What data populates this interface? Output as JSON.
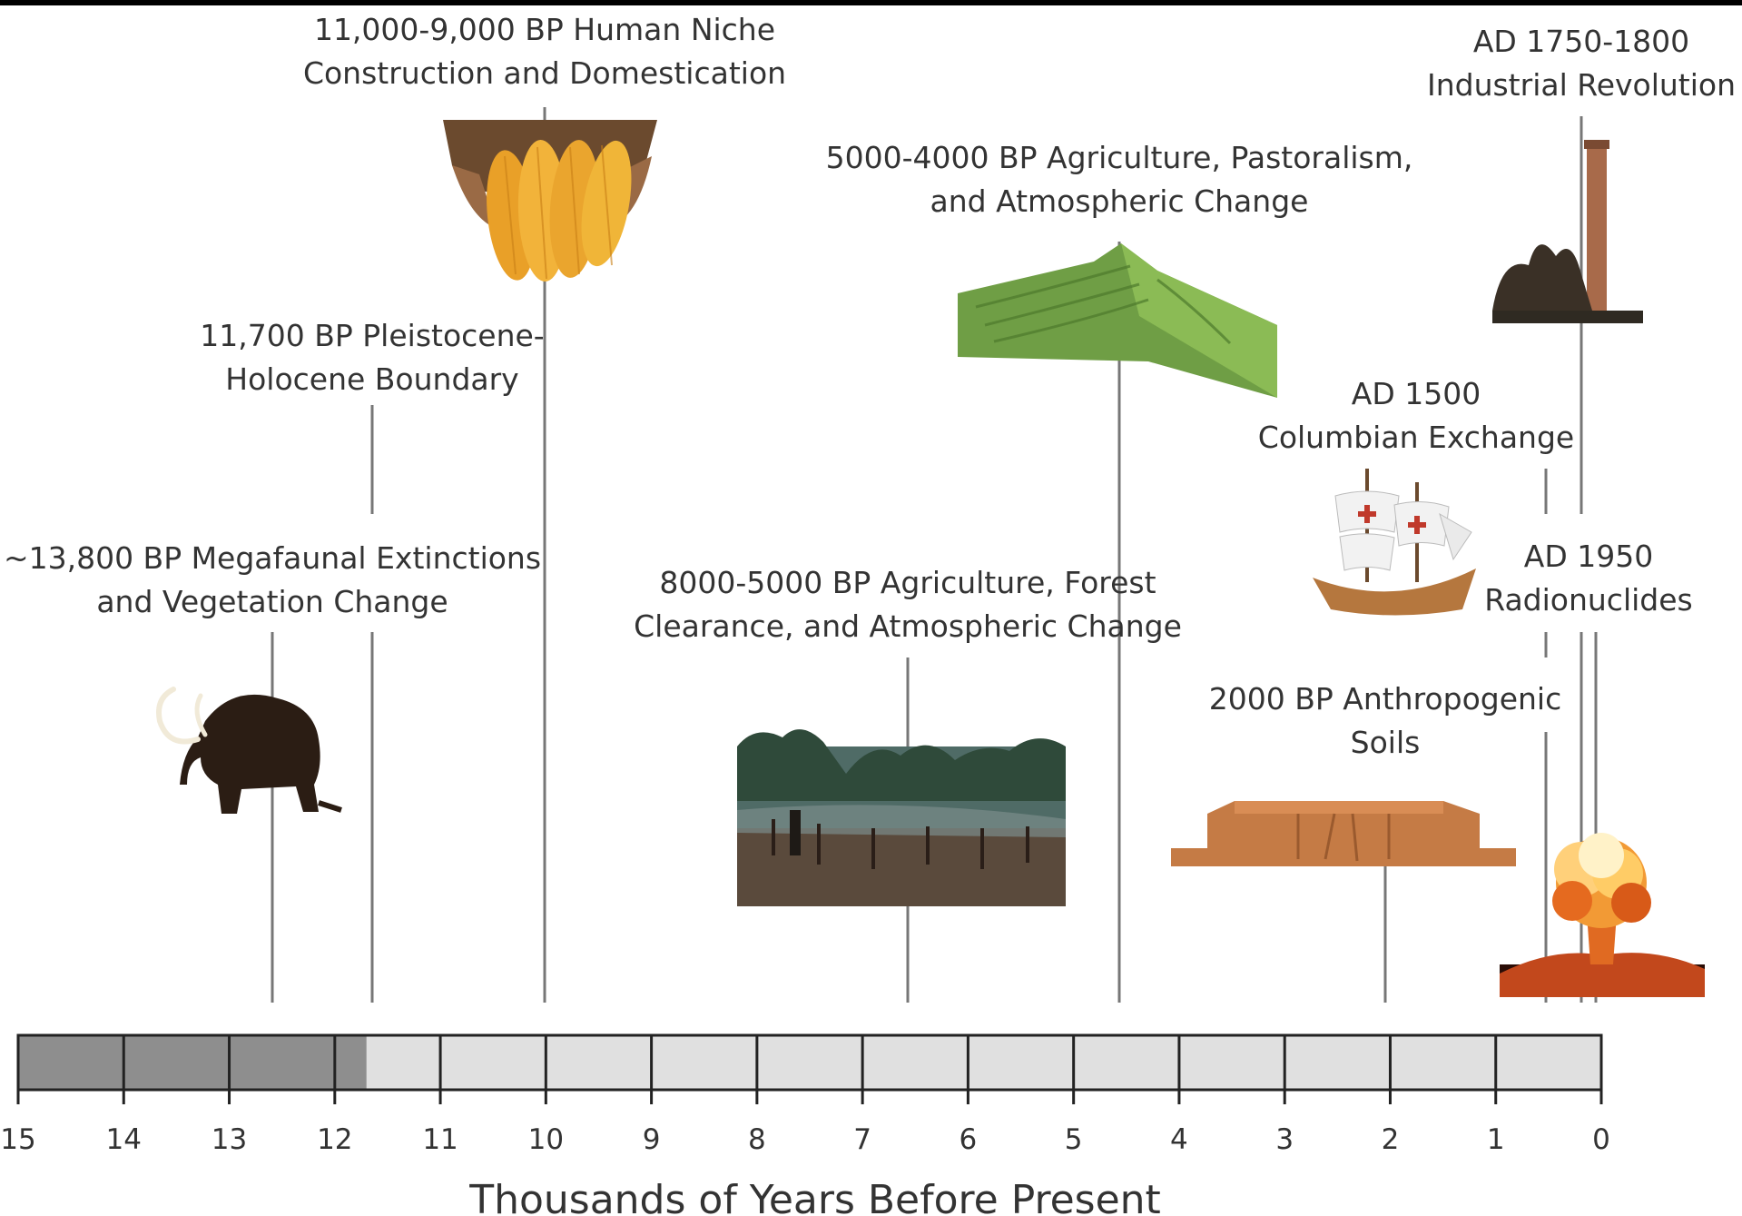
{
  "axis": {
    "title": "Thousands of Years Before Present",
    "ticks": [
      "15",
      "14",
      "13",
      "12",
      "11",
      "10",
      "9",
      "8",
      "7",
      "6",
      "5",
      "4",
      "3",
      "2",
      "1",
      "0"
    ],
    "pleistocene_shade_until_kyr_bp": 11.7
  },
  "events": [
    {
      "id": "megafauna",
      "line1": "~13,800 BP Megafaunal Extinctions",
      "line2": "and Vegetation Change",
      "image": "mammoth-image"
    },
    {
      "id": "boundary",
      "line1": "11,700 BP Pleistocene-",
      "line2": "Holocene Boundary"
    },
    {
      "id": "domestication",
      "line1": "11,000-9,000 BP Human Niche",
      "line2": "Construction and Domestication",
      "image": "maize-image"
    },
    {
      "id": "forest",
      "line1": "8000-5000 BP Agriculture, Forest",
      "line2": "Clearance, and Atmospheric Change",
      "image": "forest-clearing-image"
    },
    {
      "id": "pastoralism",
      "line1": "5000-4000 BP Agriculture, Pastoralism,",
      "line2": "and Atmospheric Change",
      "image": "terraced-hill-image"
    },
    {
      "id": "soils",
      "line1": "2000 BP Anthropogenic",
      "line2": "Soils",
      "image": "ziggurat-image"
    },
    {
      "id": "columbian",
      "line1": "AD 1500",
      "line2": "Columbian Exchange",
      "image": "ship-image"
    },
    {
      "id": "industrial",
      "line1": "AD 1750-1800",
      "line2": "Industrial Revolution",
      "image": "chimney-image"
    },
    {
      "id": "radionuclides",
      "line1": "AD 1950",
      "line2": "Radionuclides",
      "image": "explosion-image"
    }
  ],
  "colors": {
    "pleistocene_shade": "#8e8e8e",
    "holocene_shade": "#e0e0e0",
    "event_line": "#777777",
    "text": "#333333"
  }
}
